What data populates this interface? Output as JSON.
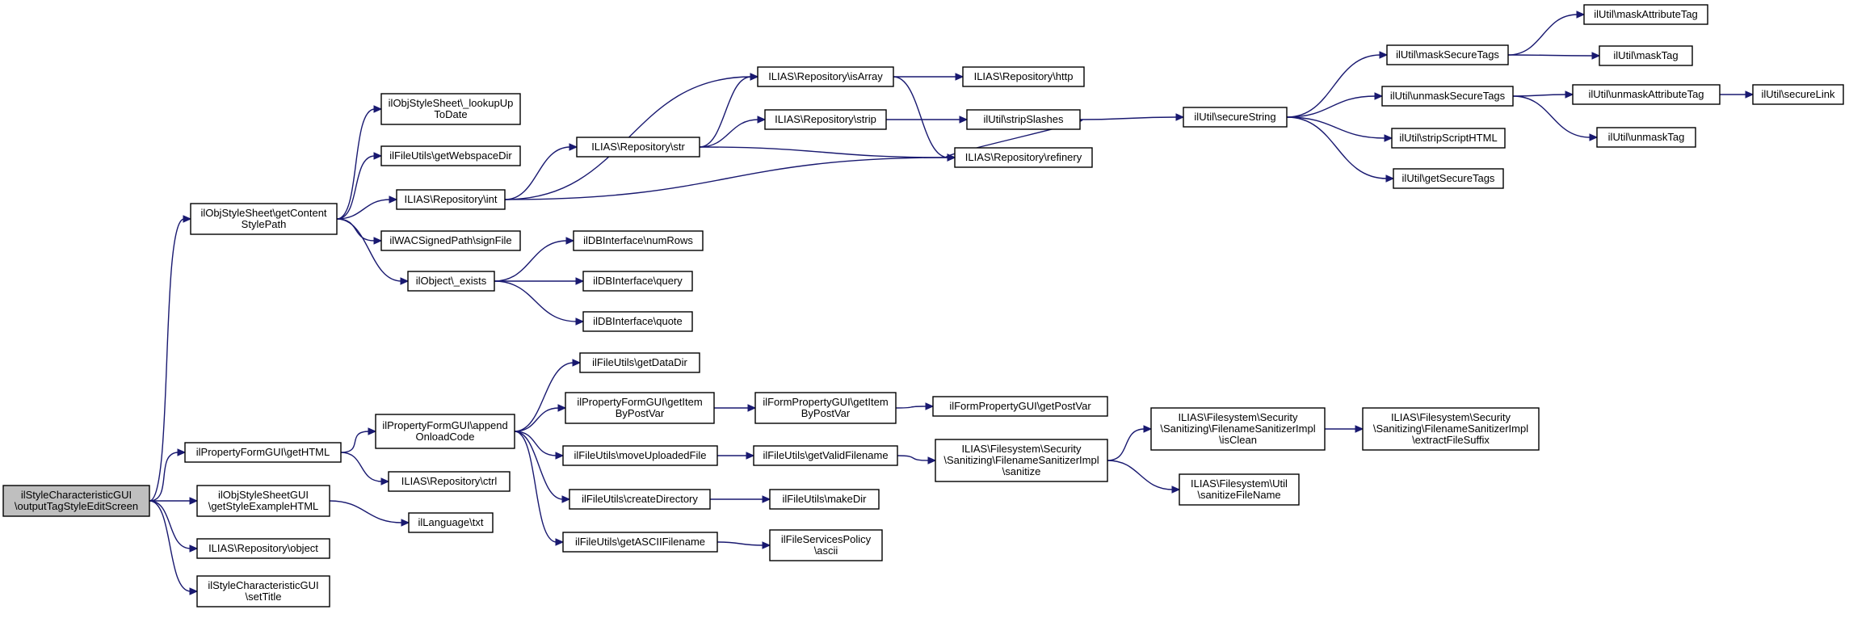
{
  "graph": {
    "title": "",
    "edge_color": "#191970",
    "root_fill": "#bfbfbf",
    "nodes": [
      {
        "id": "root",
        "lines": [
          "ilStyleCharacteristicGUI",
          "\\outputTagStyleEditScreen"
        ],
        "root": true
      },
      {
        "id": "getContentStylePath",
        "lines": [
          "ilObjStyleSheet\\getContent",
          "StylePath"
        ]
      },
      {
        "id": "getHTML",
        "lines": [
          "ilPropertyFormGUI\\getHTML"
        ]
      },
      {
        "id": "getStyleExampleHTML",
        "lines": [
          "ilObjStyleSheetGUI",
          "\\getStyleExampleHTML"
        ]
      },
      {
        "id": "repoObject",
        "lines": [
          "ILIAS\\Repository\\object"
        ]
      },
      {
        "id": "setTitle",
        "lines": [
          "ilStyleCharacteristicGUI",
          "\\setTitle"
        ]
      },
      {
        "id": "lookupUpToDate",
        "lines": [
          "ilObjStyleSheet\\_lookupUp",
          "ToDate"
        ]
      },
      {
        "id": "getWebspaceDir",
        "lines": [
          "ilFileUtils\\getWebspaceDir"
        ]
      },
      {
        "id": "repoInt",
        "lines": [
          "ILIAS\\Repository\\int"
        ]
      },
      {
        "id": "signFile",
        "lines": [
          "ilWACSignedPath\\signFile"
        ]
      },
      {
        "id": "exists",
        "lines": [
          "ilObject\\_exists"
        ]
      },
      {
        "id": "repoStr",
        "lines": [
          "ILIAS\\Repository\\str"
        ]
      },
      {
        "id": "repoIsArray",
        "lines": [
          "ILIAS\\Repository\\isArray"
        ]
      },
      {
        "id": "repoStrip",
        "lines": [
          "ILIAS\\Repository\\strip"
        ]
      },
      {
        "id": "repoHttp",
        "lines": [
          "ILIAS\\Repository\\http"
        ]
      },
      {
        "id": "stripSlashes",
        "lines": [
          "ilUtil\\stripSlashes"
        ]
      },
      {
        "id": "refinery",
        "lines": [
          "ILIAS\\Repository\\refinery"
        ]
      },
      {
        "id": "secureString",
        "lines": [
          "ilUtil\\secureString"
        ]
      },
      {
        "id": "maskSecureTags",
        "lines": [
          "ilUtil\\maskSecureTags"
        ]
      },
      {
        "id": "unmaskSecureTags",
        "lines": [
          "ilUtil\\unmaskSecureTags"
        ]
      },
      {
        "id": "stripScriptHTML",
        "lines": [
          "ilUtil\\stripScriptHTML"
        ]
      },
      {
        "id": "getSecureTags",
        "lines": [
          "ilUtil\\getSecureTags"
        ]
      },
      {
        "id": "maskAttributeTag",
        "lines": [
          "ilUtil\\maskAttributeTag"
        ]
      },
      {
        "id": "maskTag",
        "lines": [
          "ilUtil\\maskTag"
        ]
      },
      {
        "id": "unmaskAttributeTag",
        "lines": [
          "ilUtil\\unmaskAttributeTag"
        ]
      },
      {
        "id": "unmaskTag",
        "lines": [
          "ilUtil\\unmaskTag"
        ]
      },
      {
        "id": "secureLink",
        "lines": [
          "ilUtil\\secureLink"
        ]
      },
      {
        "id": "numRows",
        "lines": [
          "ilDBInterface\\numRows"
        ]
      },
      {
        "id": "query",
        "lines": [
          "ilDBInterface\\query"
        ]
      },
      {
        "id": "quote",
        "lines": [
          "ilDBInterface\\quote"
        ]
      },
      {
        "id": "appendOnloadCode",
        "lines": [
          "ilPropertyFormGUI\\append",
          "OnloadCode"
        ]
      },
      {
        "id": "repoCtrl",
        "lines": [
          "ILIAS\\Repository\\ctrl"
        ]
      },
      {
        "id": "getDataDir",
        "lines": [
          "ilFileUtils\\getDataDir"
        ]
      },
      {
        "id": "getItemByPostVar",
        "lines": [
          "ilPropertyFormGUI\\getItem",
          "ByPostVar"
        ]
      },
      {
        "id": "moveUploadedFile",
        "lines": [
          "ilFileUtils\\moveUploadedFile"
        ]
      },
      {
        "id": "createDirectory",
        "lines": [
          "ilFileUtils\\createDirectory"
        ]
      },
      {
        "id": "getASCIIFilename",
        "lines": [
          "ilFileUtils\\getASCIIFilename"
        ]
      },
      {
        "id": "formGetItemByPostVar",
        "lines": [
          "ilFormPropertyGUI\\getItem",
          "ByPostVar"
        ]
      },
      {
        "id": "getPostVar",
        "lines": [
          "ilFormPropertyGUI\\getPostVar"
        ]
      },
      {
        "id": "getValidFilename",
        "lines": [
          "ilFileUtils\\getValidFilename"
        ]
      },
      {
        "id": "sanitize",
        "lines": [
          "ILIAS\\Filesystem\\Security",
          "\\Sanitizing\\FilenameSanitizerImpl",
          "\\sanitize"
        ]
      },
      {
        "id": "isClean",
        "lines": [
          "ILIAS\\Filesystem\\Security",
          "\\Sanitizing\\FilenameSanitizerImpl",
          "\\isClean"
        ]
      },
      {
        "id": "extractFileSuffix",
        "lines": [
          "ILIAS\\Filesystem\\Security",
          "\\Sanitizing\\FilenameSanitizerImpl",
          "\\extractFileSuffix"
        ]
      },
      {
        "id": "sanitizeFileName",
        "lines": [
          "ILIAS\\Filesystem\\Util",
          "\\sanitizeFileName"
        ]
      },
      {
        "id": "makeDir",
        "lines": [
          "ilFileUtils\\makeDir"
        ]
      },
      {
        "id": "ascii",
        "lines": [
          "ilFileServicesPolicy",
          "\\ascii"
        ]
      },
      {
        "id": "languageTxt",
        "lines": [
          "ilLanguage\\txt"
        ]
      }
    ],
    "edges": [
      [
        "root",
        "getContentStylePath"
      ],
      [
        "root",
        "getHTML"
      ],
      [
        "root",
        "getStyleExampleHTML"
      ],
      [
        "root",
        "repoObject"
      ],
      [
        "root",
        "setTitle"
      ],
      [
        "getContentStylePath",
        "lookupUpToDate"
      ],
      [
        "getContentStylePath",
        "getWebspaceDir"
      ],
      [
        "getContentStylePath",
        "repoInt"
      ],
      [
        "getContentStylePath",
        "signFile"
      ],
      [
        "getContentStylePath",
        "exists"
      ],
      [
        "repoInt",
        "repoIsArray"
      ],
      [
        "repoInt",
        "repoStr"
      ],
      [
        "repoInt",
        "refinery"
      ],
      [
        "repoStr",
        "repoIsArray"
      ],
      [
        "repoStr",
        "repoStrip"
      ],
      [
        "repoStr",
        "refinery"
      ],
      [
        "repoIsArray",
        "repoHttp"
      ],
      [
        "repoIsArray",
        "refinery"
      ],
      [
        "repoStrip",
        "stripSlashes"
      ],
      [
        "stripSlashes",
        "refinery"
      ],
      [
        "stripSlashes",
        "secureString"
      ],
      [
        "secureString",
        "maskSecureTags"
      ],
      [
        "secureString",
        "unmaskSecureTags"
      ],
      [
        "secureString",
        "stripScriptHTML"
      ],
      [
        "secureString",
        "getSecureTags"
      ],
      [
        "maskSecureTags",
        "maskAttributeTag"
      ],
      [
        "maskSecureTags",
        "maskTag"
      ],
      [
        "unmaskSecureTags",
        "unmaskAttributeTag"
      ],
      [
        "unmaskSecureTags",
        "unmaskTag"
      ],
      [
        "unmaskAttributeTag",
        "secureLink"
      ],
      [
        "exists",
        "numRows"
      ],
      [
        "exists",
        "query"
      ],
      [
        "exists",
        "quote"
      ],
      [
        "getHTML",
        "appendOnloadCode"
      ],
      [
        "getHTML",
        "repoCtrl"
      ],
      [
        "appendOnloadCode",
        "getDataDir"
      ],
      [
        "appendOnloadCode",
        "getItemByPostVar"
      ],
      [
        "appendOnloadCode",
        "moveUploadedFile"
      ],
      [
        "appendOnloadCode",
        "createDirectory"
      ],
      [
        "appendOnloadCode",
        "getASCIIFilename"
      ],
      [
        "getItemByPostVar",
        "formGetItemByPostVar"
      ],
      [
        "formGetItemByPostVar",
        "getPostVar"
      ],
      [
        "moveUploadedFile",
        "getValidFilename"
      ],
      [
        "getValidFilename",
        "sanitize"
      ],
      [
        "sanitize",
        "isClean"
      ],
      [
        "sanitize",
        "sanitizeFileName"
      ],
      [
        "isClean",
        "extractFileSuffix"
      ],
      [
        "createDirectory",
        "makeDir"
      ],
      [
        "getASCIIFilename",
        "ascii"
      ],
      [
        "getStyleExampleHTML",
        "languageTxt"
      ]
    ]
  }
}
